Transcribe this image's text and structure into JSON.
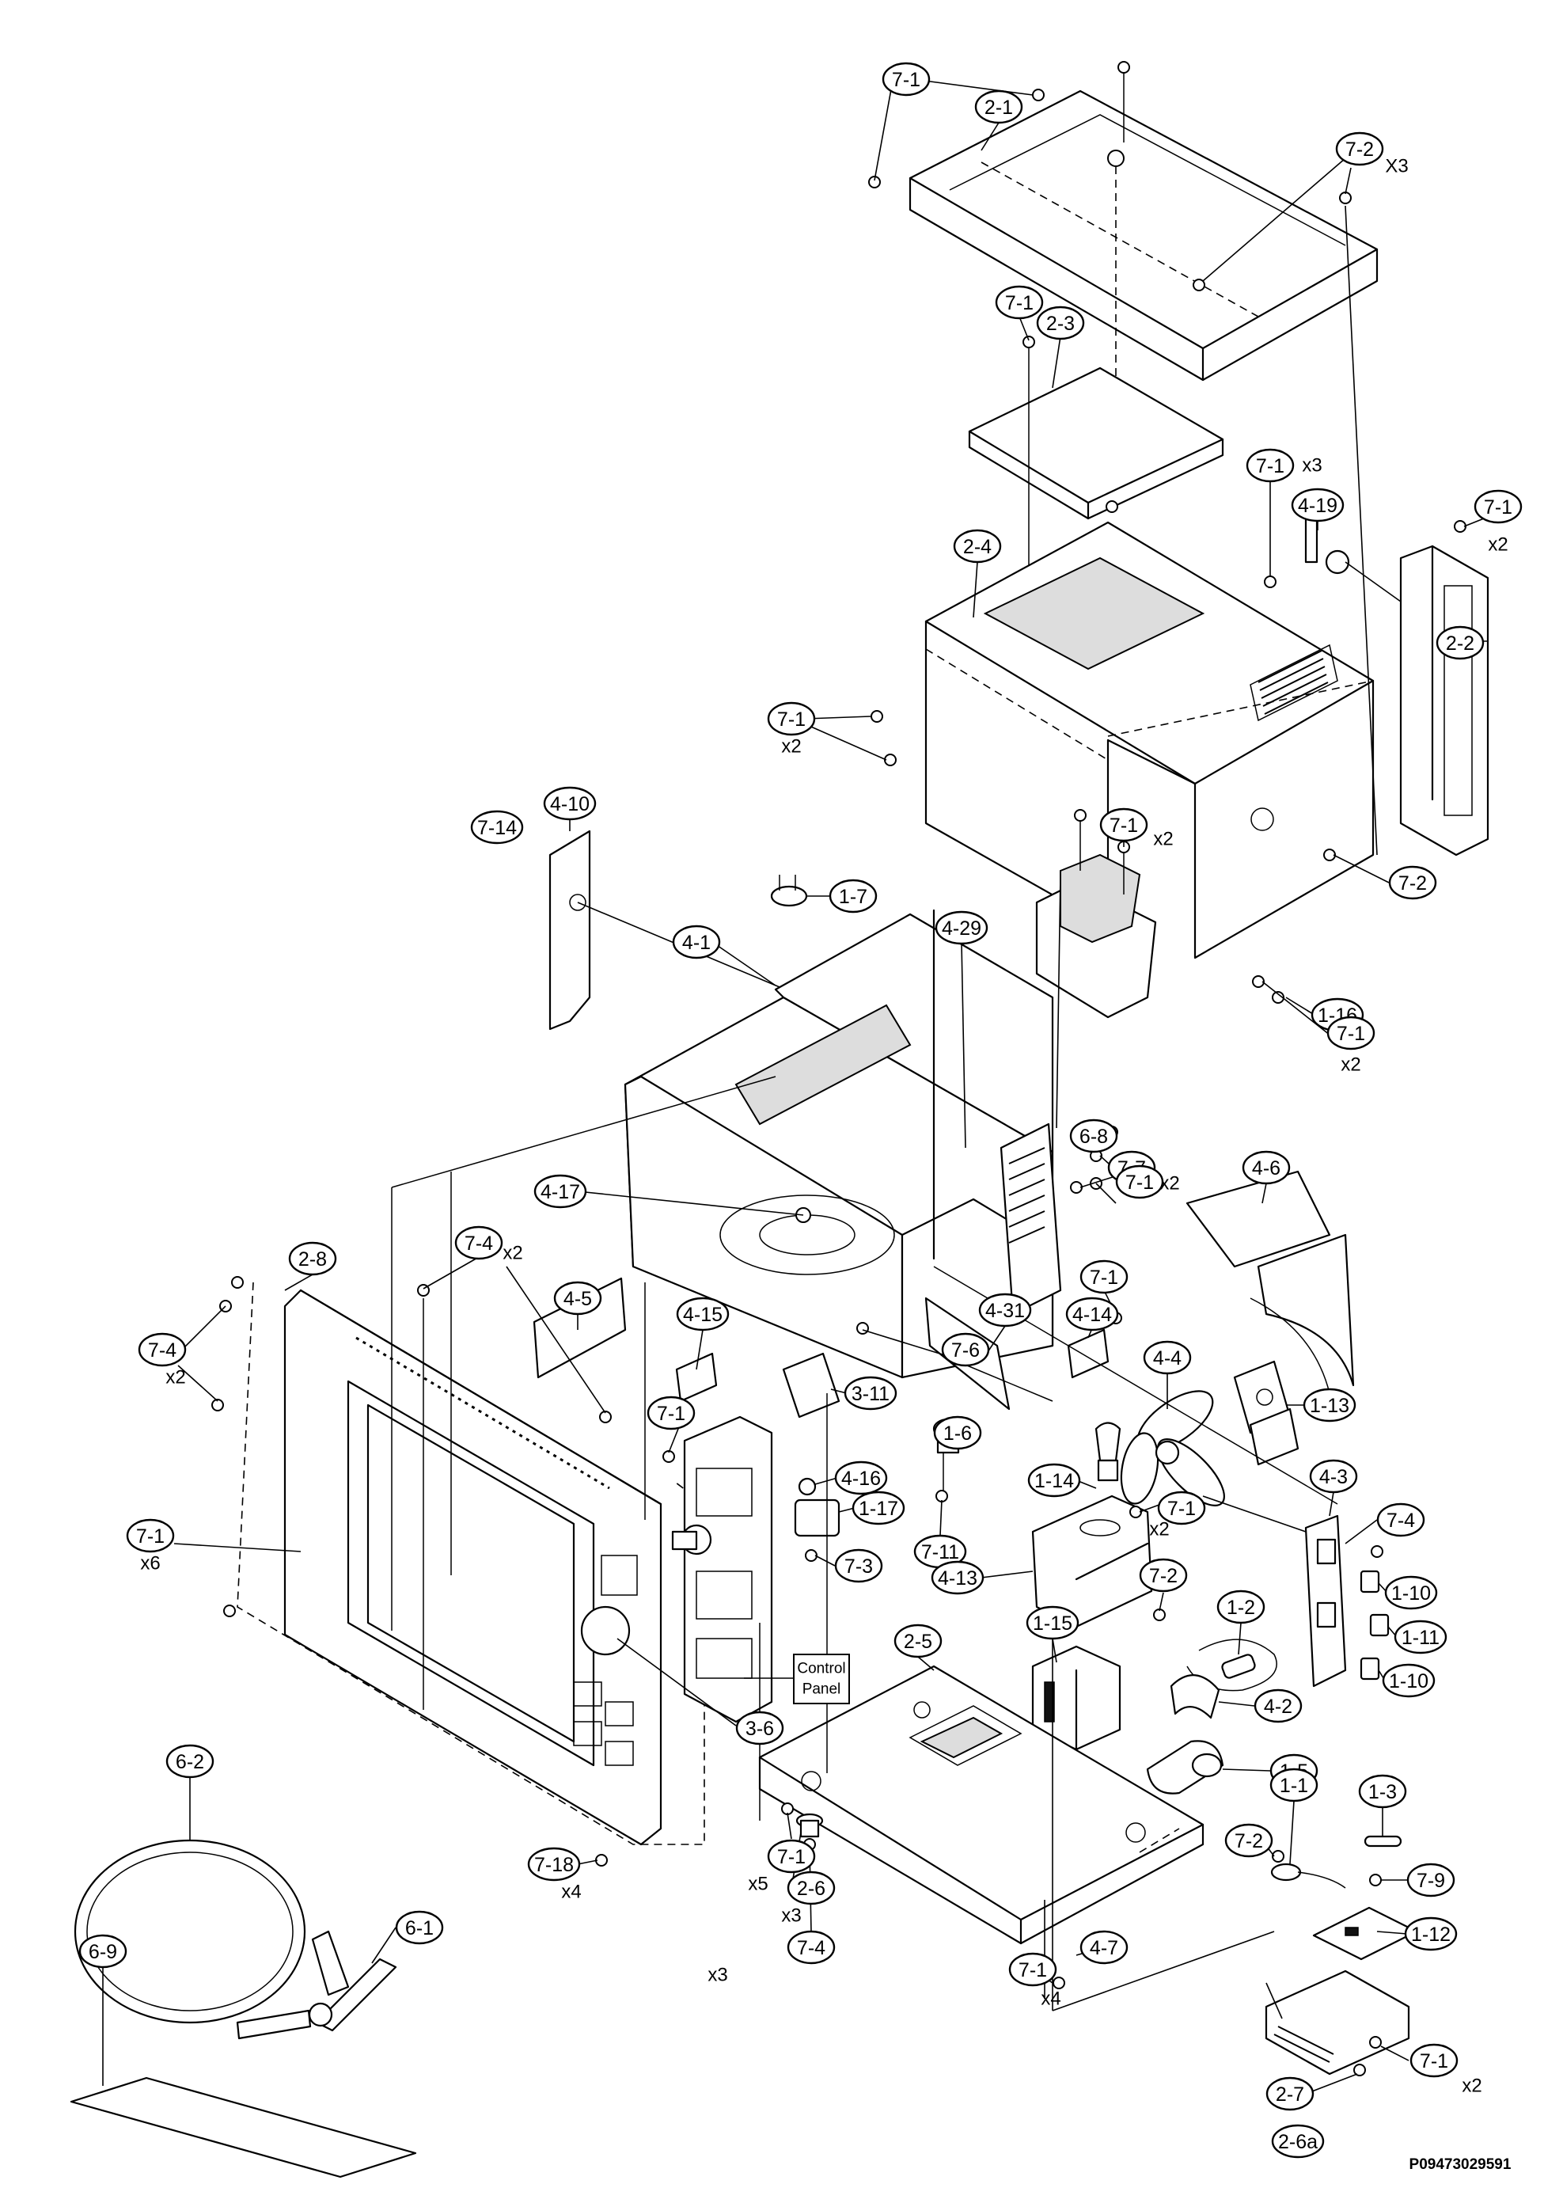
{
  "diagram_code": "P09473029591",
  "control_panel_label": "Control Panel",
  "callouts": [
    {
      "id": "c-2-1",
      "text": "2-1"
    },
    {
      "id": "c-7-1-a",
      "text": "7-1"
    },
    {
      "id": "c-7-2-a",
      "text": "7-2",
      "mult": "X3"
    },
    {
      "id": "c-7-1-b",
      "text": "7-1"
    },
    {
      "id": "c-2-3",
      "text": "2-3"
    },
    {
      "id": "c-7-1-c",
      "text": "7-1",
      "mult": "x3"
    },
    {
      "id": "c-4-19",
      "text": "4-19"
    },
    {
      "id": "c-7-1-d",
      "text": "7-1",
      "mult": "x2"
    },
    {
      "id": "c-2-4",
      "text": "2-4"
    },
    {
      "id": "c-2-2",
      "text": "2-2"
    },
    {
      "id": "c-7-1-e",
      "text": "7-1",
      "mult": "x2"
    },
    {
      "id": "c-7-2-b",
      "text": "7-2"
    },
    {
      "id": "c-4-10",
      "text": "4-10"
    },
    {
      "id": "c-7-14",
      "text": "7-14"
    },
    {
      "id": "c-7-1-f",
      "text": "7-1",
      "mult": "x2"
    },
    {
      "id": "c-1-7",
      "text": "1-7"
    },
    {
      "id": "c-4-1",
      "text": "4-1"
    },
    {
      "id": "c-4-29",
      "text": "4-29"
    },
    {
      "id": "c-1-16",
      "text": "1-16"
    },
    {
      "id": "c-7-1-g",
      "text": "7-1",
      "mult": "x2"
    },
    {
      "id": "c-6-8",
      "text": "6-8"
    },
    {
      "id": "c-7-7",
      "text": "7-7",
      "mult": "x2"
    },
    {
      "id": "c-7-1-h",
      "text": "7-1"
    },
    {
      "id": "c-4-6",
      "text": "4-6"
    },
    {
      "id": "c-4-17",
      "text": "4-17"
    },
    {
      "id": "c-2-8",
      "text": "2-8"
    },
    {
      "id": "c-7-4-a",
      "text": "7-4",
      "mult": "x2"
    },
    {
      "id": "c-4-5",
      "text": "4-5"
    },
    {
      "id": "c-7-1-i",
      "text": "7-1"
    },
    {
      "id": "c-4-31",
      "text": "4-31"
    },
    {
      "id": "c-4-14",
      "text": "4-14"
    },
    {
      "id": "c-4-15",
      "text": "4-15"
    },
    {
      "id": "c-7-4-b",
      "text": "7-4",
      "mult": "x2"
    },
    {
      "id": "c-7-6",
      "text": "7-6"
    },
    {
      "id": "c-4-4",
      "text": "4-4"
    },
    {
      "id": "c-1-13",
      "text": "1-13"
    },
    {
      "id": "c-3-11",
      "text": "3-11"
    },
    {
      "id": "c-7-1-j",
      "text": "7-1"
    },
    {
      "id": "c-1-6",
      "text": "1-6"
    },
    {
      "id": "c-4-16",
      "text": "4-16"
    },
    {
      "id": "c-1-14",
      "text": "1-14"
    },
    {
      "id": "c-7-11",
      "text": "7-11"
    },
    {
      "id": "c-7-1-k",
      "text": "7-1",
      "mult": "x2"
    },
    {
      "id": "c-4-3",
      "text": "4-3"
    },
    {
      "id": "c-1-17",
      "text": "1-17"
    },
    {
      "id": "c-7-4-c",
      "text": "7-4"
    },
    {
      "id": "c-7-1-l",
      "text": "7-1",
      "mult": "x6"
    },
    {
      "id": "c-7-3",
      "text": "7-3"
    },
    {
      "id": "c-4-13",
      "text": "4-13"
    },
    {
      "id": "c-7-2-c",
      "text": "7-2"
    },
    {
      "id": "c-1-10-a",
      "text": "1-10"
    },
    {
      "id": "c-1-2",
      "text": "1-2"
    },
    {
      "id": "c-1-15",
      "text": "1-15"
    },
    {
      "id": "c-1-11",
      "text": "1-11"
    },
    {
      "id": "c-2-5",
      "text": "2-5"
    },
    {
      "id": "c-1-10-b",
      "text": "1-10"
    },
    {
      "id": "c-4-2",
      "text": "4-2"
    },
    {
      "id": "c-3-6",
      "text": "3-6"
    },
    {
      "id": "c-1-5",
      "text": "1-5"
    },
    {
      "id": "c-6-2",
      "text": "6-2"
    },
    {
      "id": "c-1-1",
      "text": "1-1"
    },
    {
      "id": "c-1-3",
      "text": "1-3"
    },
    {
      "id": "c-7-18",
      "text": "7-18",
      "mult": "x4"
    },
    {
      "id": "c-7-1-m",
      "text": "7-1",
      "mult": "x5"
    },
    {
      "id": "c-7-2-d",
      "text": "7-2"
    },
    {
      "id": "c-7-9",
      "text": "7-9"
    },
    {
      "id": "c-2-6",
      "text": "2-6",
      "mult": "x3"
    },
    {
      "id": "c-6-1",
      "text": "6-1"
    },
    {
      "id": "c-6-9",
      "text": "6-9"
    },
    {
      "id": "c-7-4-d",
      "text": "7-4",
      "mult": "x3"
    },
    {
      "id": "c-4-7",
      "text": "4-7"
    },
    {
      "id": "c-7-1-n",
      "text": "7-1",
      "mult": "x4"
    },
    {
      "id": "c-1-12",
      "text": "1-12"
    },
    {
      "id": "c-2-7",
      "text": "2-7"
    },
    {
      "id": "c-7-1-o",
      "text": "7-1",
      "mult": "x2"
    },
    {
      "id": "c-2-6a",
      "text": "2-6a"
    }
  ]
}
